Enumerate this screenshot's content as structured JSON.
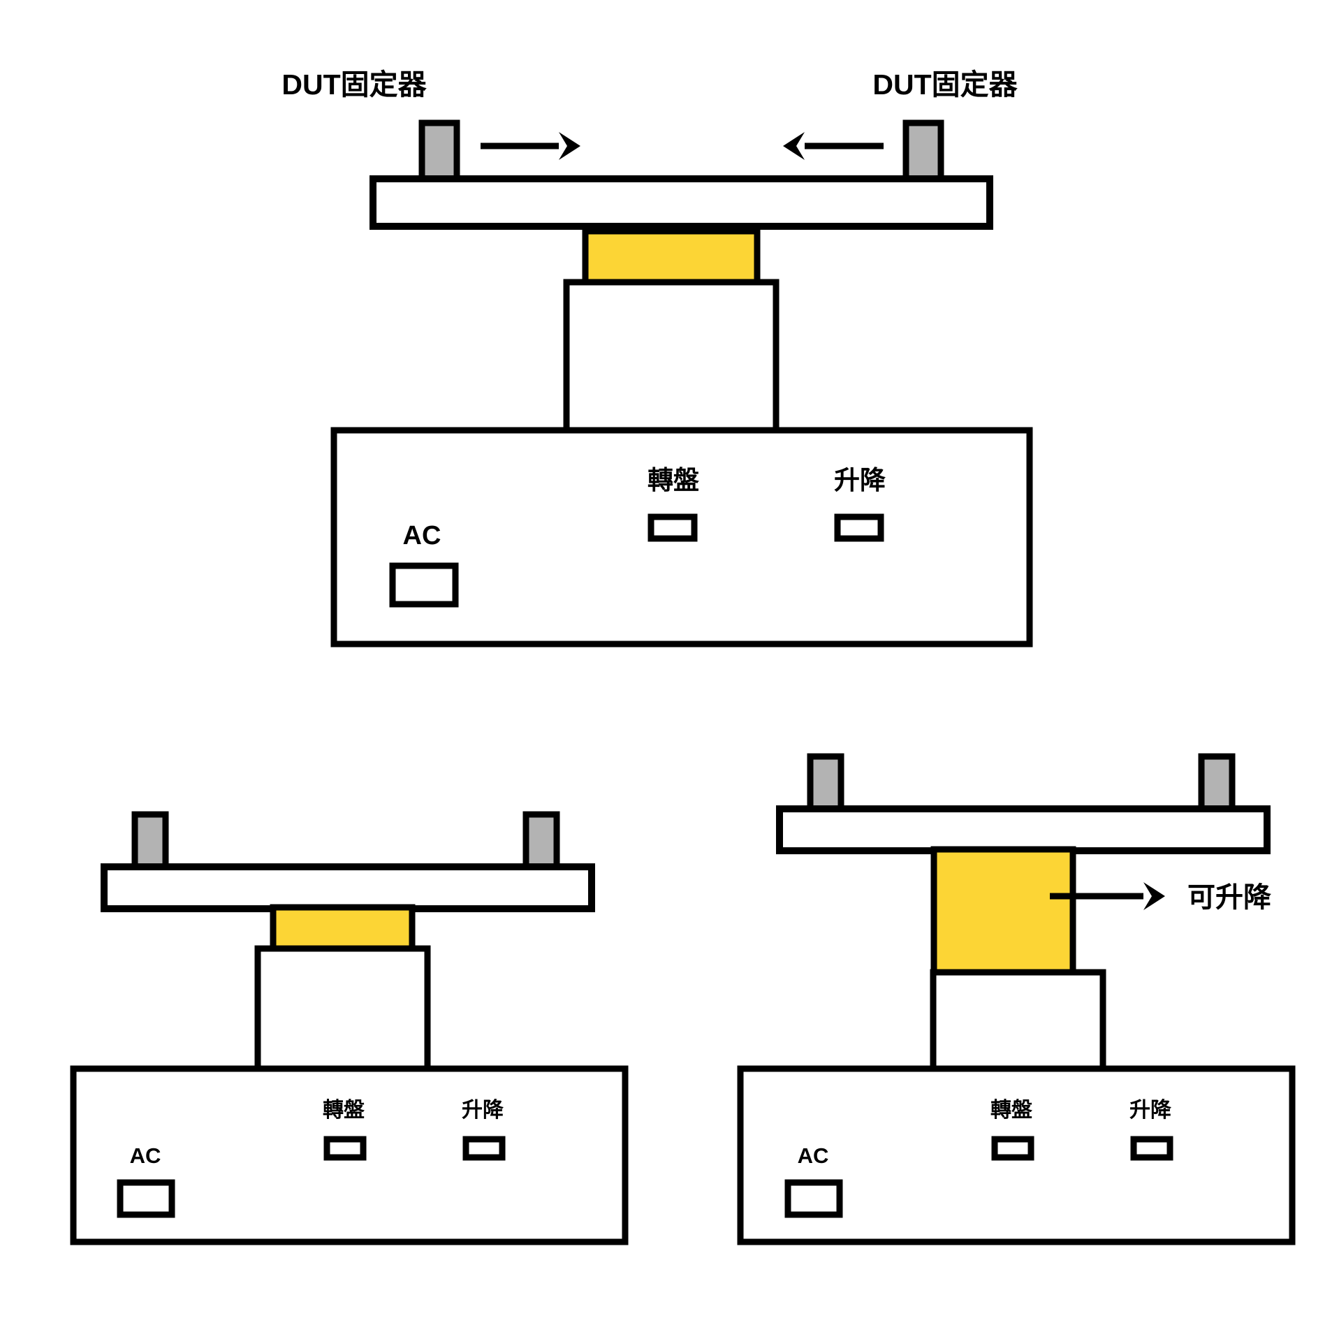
{
  "figure": {
    "title": "DUT turntable lift fixture diagram",
    "background_color": "#ffffff",
    "line_color": "#000000",
    "yellow_color": "#fcd535",
    "gray_color": "#b3b3b3"
  },
  "panels": {
    "top": {
      "dut_label_left": "DUT固定器",
      "dut_label_right": "DUT固定器",
      "arrow_left_direction": "right",
      "arrow_right_direction": "left",
      "controls": {
        "ac_label": "AC",
        "turntable_label": "轉盤",
        "lift_label": "升降"
      }
    },
    "bottom_left": {
      "controls": {
        "ac_label": "AC",
        "turntable_label": "轉盤",
        "lift_label": "升降"
      }
    },
    "bottom_right": {
      "callout_label": "可升降",
      "callout_arrow_direction": "right",
      "controls": {
        "ac_label": "AC",
        "turntable_label": "轉盤",
        "lift_label": "升降"
      }
    }
  }
}
